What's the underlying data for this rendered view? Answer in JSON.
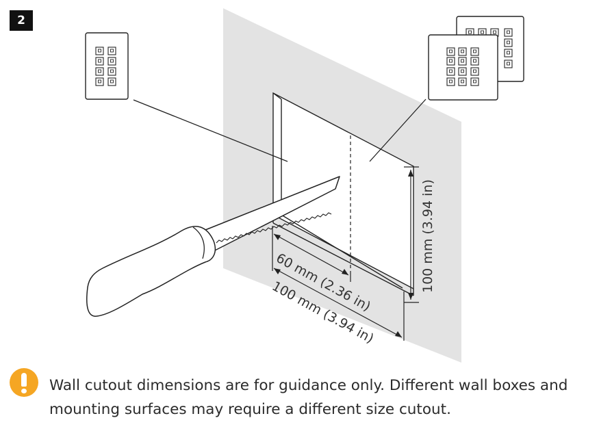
{
  "step": {
    "number": "2"
  },
  "dimensions": {
    "cutout_width": "60 mm (2.36 in)",
    "box_width": "100 mm (3.94 in)",
    "box_height": "100 mm (3.94 in)"
  },
  "notice": {
    "icon": "warning-icon",
    "accent_color": "#f5a623",
    "text": "Wall cutout dimensions are for guidance only. Different wall boxes and mounting surfaces may require a different size cutout."
  },
  "icons": [
    "single-keypad-panel-icon",
    "double-keypad-panel-icon",
    "drywall-saw-icon"
  ],
  "colors": {
    "wall": "#e3e3e3",
    "line": "#222222",
    "badge": "#111111"
  }
}
